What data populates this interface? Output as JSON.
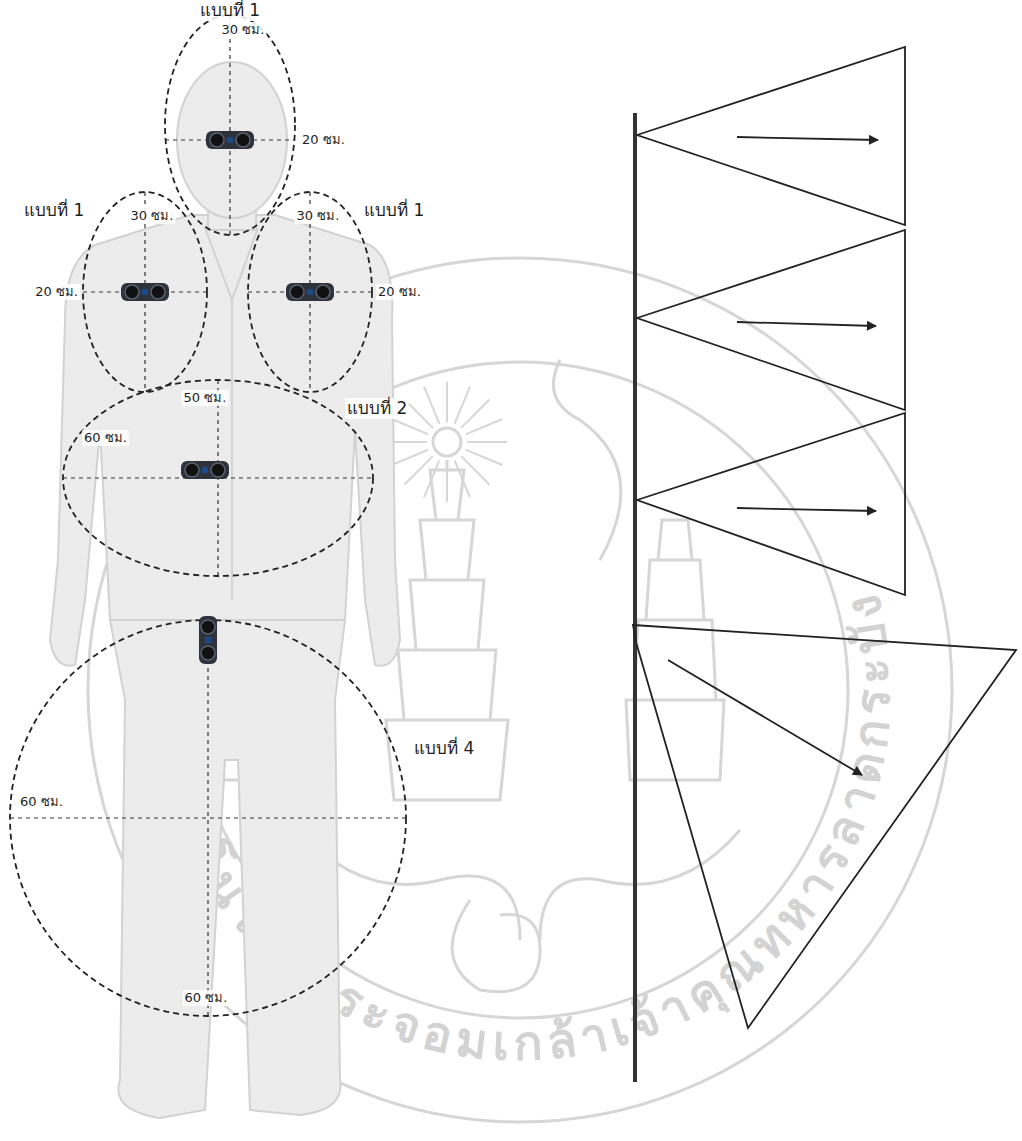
{
  "diagram": {
    "nodes": [
      {
        "text": [
          "แบบที่ 1",
          "30 ซม.",
          "20 ซม."
        ]
      },
      {
        "text": [
          "แบบที่ 1",
          "30 ซม.",
          "20 ซม."
        ]
      },
      {
        "text": [
          "แบบที่ 1",
          "30 ซม.",
          "20 ซม."
        ]
      },
      {
        "text": [
          "50 ซม.",
          "60 ซม.",
          "แบบที่ 2"
        ]
      },
      {
        "text": [
          "แบบที่ 4",
          "60 ซม.",
          "60 ซม."
        ]
      }
    ],
    "labels": [
      "สถาบันเทคโนโลยีพระจอมเกล้าเจ้าคุณทหารลาดกระบัง"
    ]
  }
}
